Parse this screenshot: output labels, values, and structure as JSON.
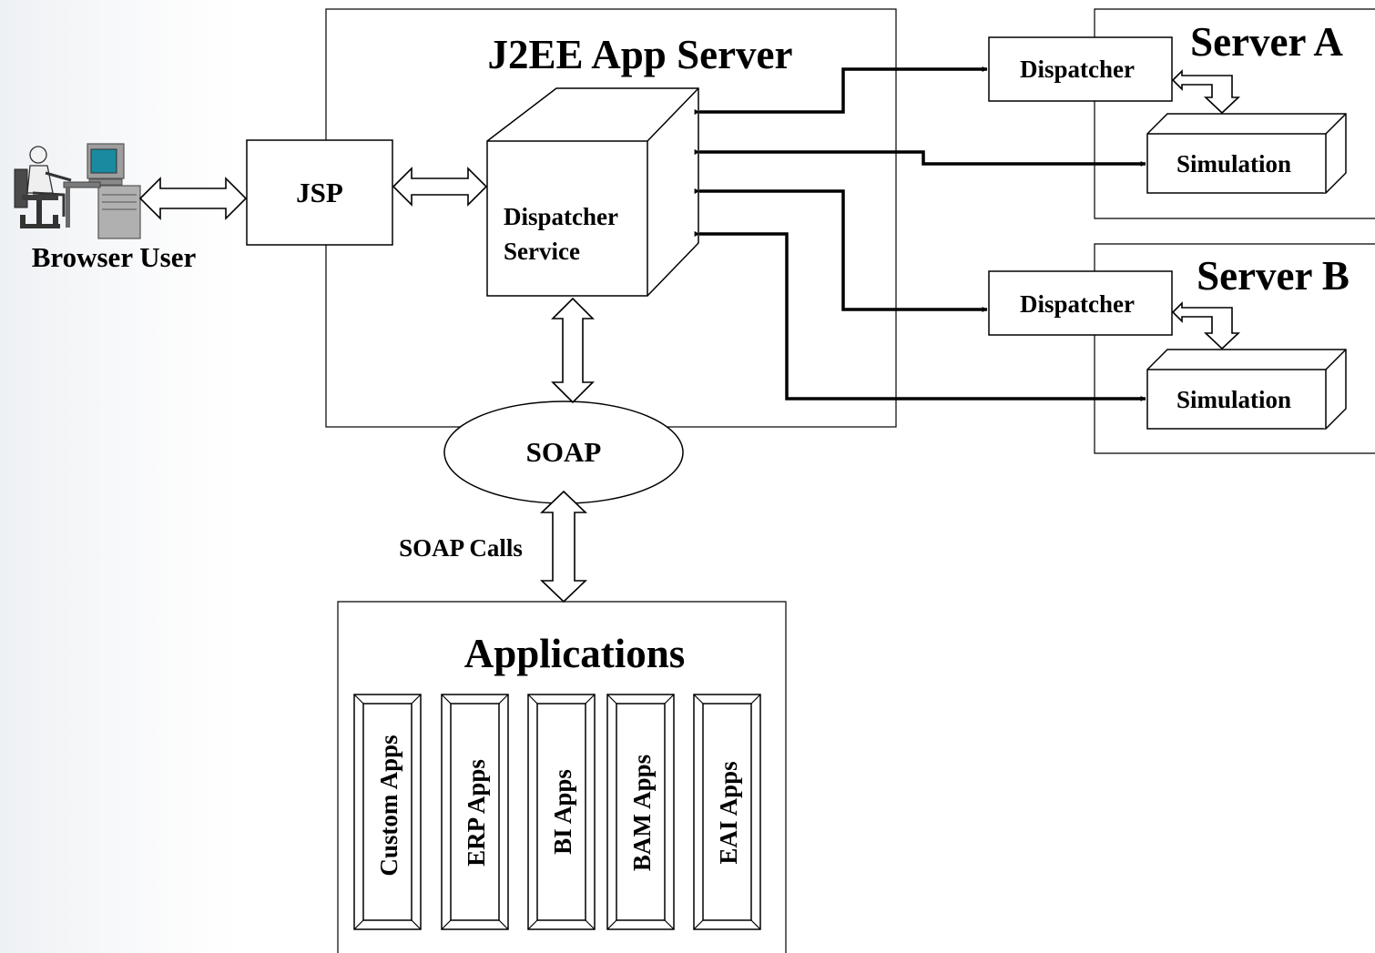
{
  "browser_user": {
    "label": "Browser User"
  },
  "jsp": {
    "label": "JSP"
  },
  "app_server": {
    "title": "J2EE App Server"
  },
  "dispatcher_service": {
    "line1": "Dispatcher",
    "line2": "Service"
  },
  "soap": {
    "label": "SOAP",
    "calls_label": "SOAP Calls"
  },
  "server_a": {
    "title": "Server A",
    "dispatcher": "Dispatcher",
    "simulation": "Simulation"
  },
  "server_b": {
    "title": "Server B",
    "dispatcher": "Dispatcher",
    "simulation": "Simulation"
  },
  "applications": {
    "title": "Applications",
    "items": [
      "Custom Apps",
      "ERP Apps",
      "BI Apps",
      "BAM Apps",
      "EAI Apps"
    ]
  }
}
